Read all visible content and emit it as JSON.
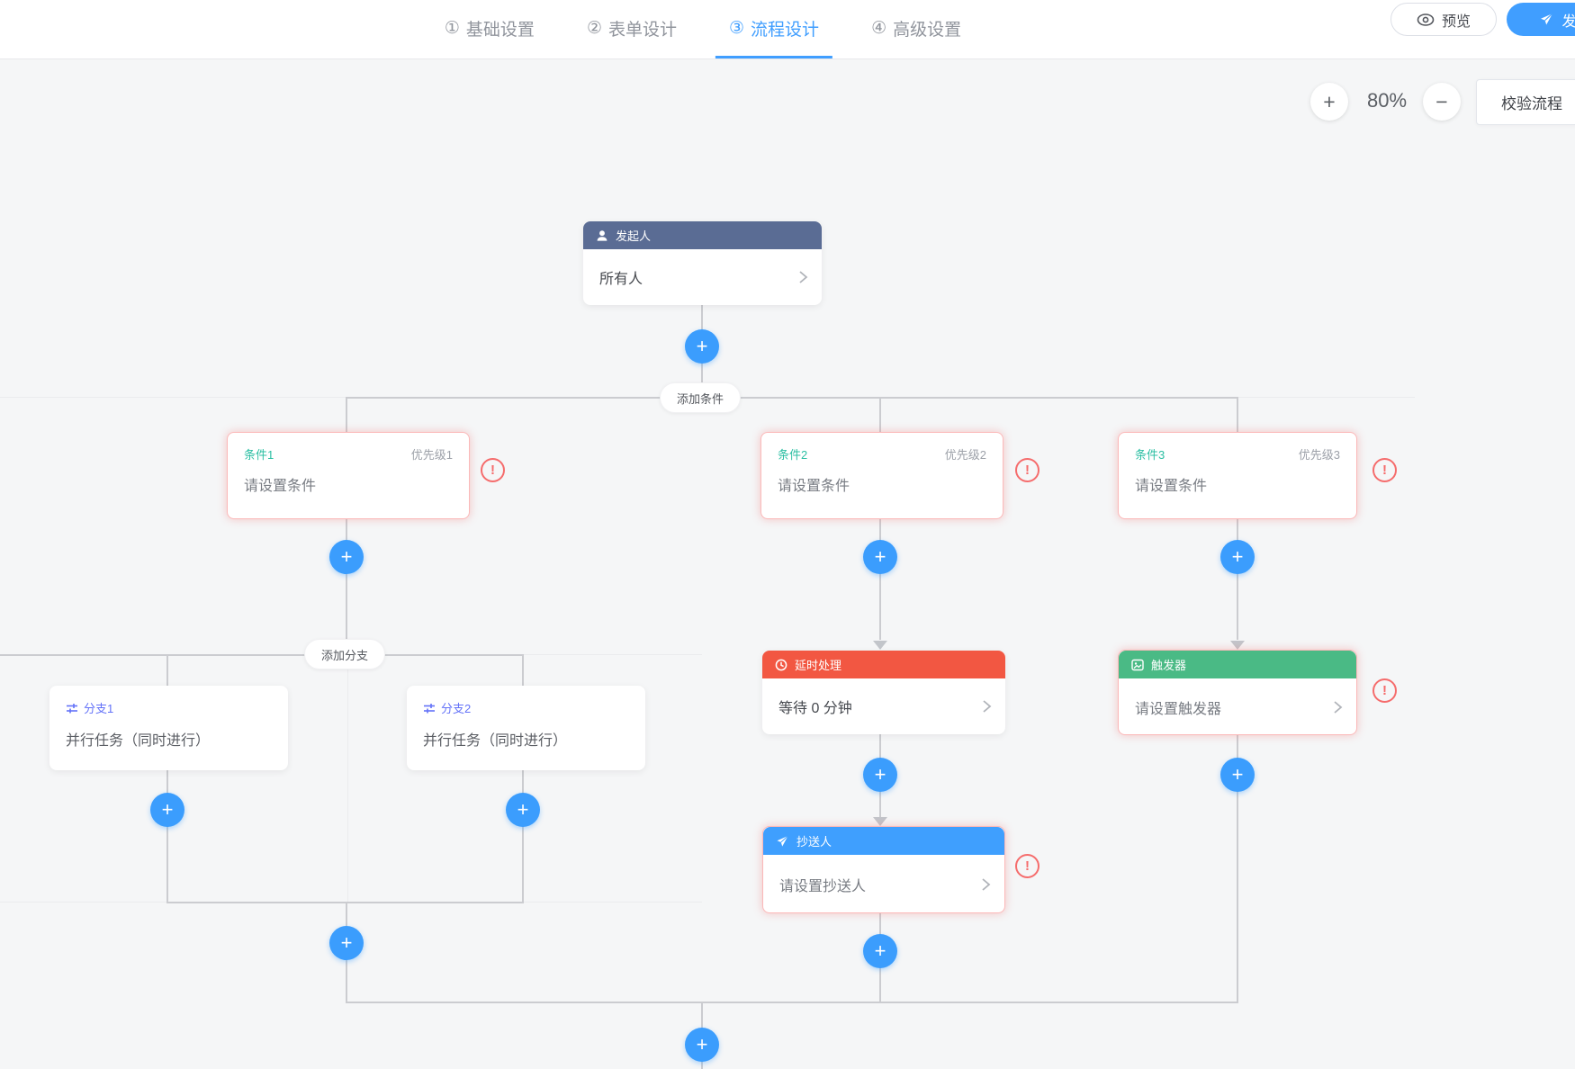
{
  "header": {
    "tabs": [
      {
        "num": "①",
        "label": "基础设置",
        "active": false
      },
      {
        "num": "②",
        "label": "表单设计",
        "active": false
      },
      {
        "num": "③",
        "label": "流程设计",
        "active": true
      },
      {
        "num": "④",
        "label": "高级设置",
        "active": false
      }
    ],
    "preview_label": "预览",
    "publish_label": "发布"
  },
  "toolbar": {
    "zoom_in": "+",
    "zoom_out": "−",
    "zoom_level": "80%",
    "validate_label": "校验流程"
  },
  "flow": {
    "start": {
      "header": "发起人",
      "body": "所有人"
    },
    "add_condition_label": "添加条件",
    "add_branch_label": "添加分支",
    "plus_glyph": "+",
    "warning_glyph": "!",
    "conditions": [
      {
        "title": "条件1",
        "priority": "优先级1",
        "body": "请设置条件",
        "error": true
      },
      {
        "title": "条件2",
        "priority": "优先级2",
        "body": "请设置条件",
        "error": true
      },
      {
        "title": "条件3",
        "priority": "优先级3",
        "body": "请设置条件",
        "error": true
      }
    ],
    "branches": [
      {
        "title": "分支1",
        "body": "并行任务（同时进行）"
      },
      {
        "title": "分支2",
        "body": "并行任务（同时进行）"
      }
    ],
    "delay": {
      "header": "延时处理",
      "body": "等待 0 分钟"
    },
    "cc": {
      "header": "抄送人",
      "body": "请设置抄送人",
      "error": true
    },
    "trigger": {
      "header": "触发器",
      "body": "请设置触发器",
      "error": true
    }
  },
  "colors": {
    "accent_blue": "#409eff",
    "start_header": "#5a6c94",
    "delay_header": "#f25742",
    "trigger_header": "#4aba85",
    "cc_header": "#3f9ffe",
    "condition_title": "#2cbfa3",
    "branch_title": "#6372f8",
    "error_red": "#f56c6c",
    "connector_gray": "#cbccd0",
    "canvas_bg": "#f5f6f7"
  }
}
